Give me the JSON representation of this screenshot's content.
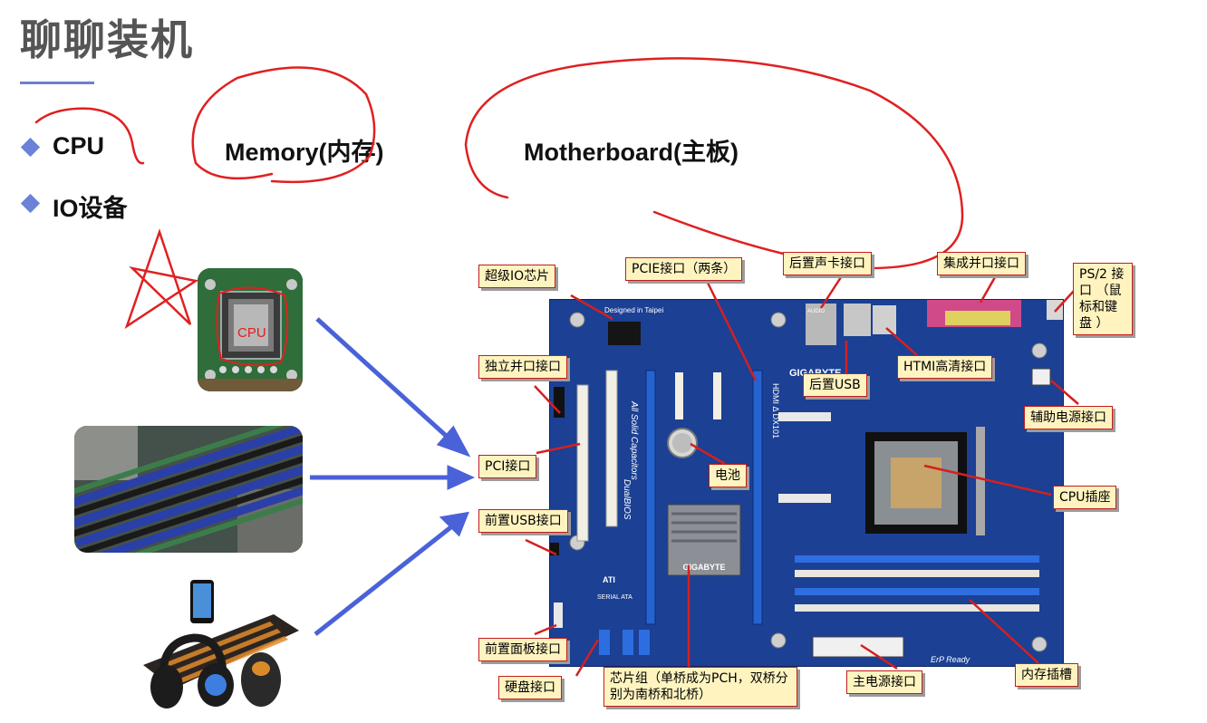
{
  "slide": {
    "title": "聊聊装机",
    "topics": {
      "cpu": "CPU",
      "memory": "Memory(内存)",
      "motherboard": "Motherboard(主板)",
      "io": "IO设备"
    }
  },
  "board": {
    "brand": "GIGABYTE",
    "chipset_text": "GIGABYTE",
    "slogan": "All Solid Capacitors",
    "bios": "DualBIOS",
    "designed": "Designed in Taipei",
    "model": "HDMI Δ DX101",
    "erp": "ErP Ready",
    "audio": "AUDIO",
    "sata_mark": "SERIAL ATA",
    "ati": "ATI"
  },
  "labels": {
    "super_io": "超级IO芯片",
    "pcie": "PCIE接口（两条）",
    "rear_audio": "后置声卡接口",
    "parallel": "集成并口接口",
    "ps2": "PS/2 接口 （鼠标和键盘 ）",
    "rear_usb": "后置USB",
    "hdmi": "HTMI高清接口",
    "aux_power": "辅助电源接口",
    "indep_parallel": "独立并口接口",
    "battery": "电池",
    "cpu_socket": "CPU插座",
    "pci": "PCI接口",
    "front_usb": "前置USB接口",
    "front_panel": "前置面板接口",
    "hdd": "硬盘接口",
    "chipset": "芯片组（单桥成为PCH，双桥分别为南桥和北桥）",
    "main_power": "主电源接口",
    "dimm": "内存插槽"
  },
  "cpu_photo_text": "CPU",
  "colors": {
    "title": "#555555",
    "accent": "#6b82d8",
    "annotation_red": "#e02020",
    "arrow_blue": "#4a62d8",
    "board_blue": "#1a3f93",
    "label_fill": "#fff4c0"
  }
}
